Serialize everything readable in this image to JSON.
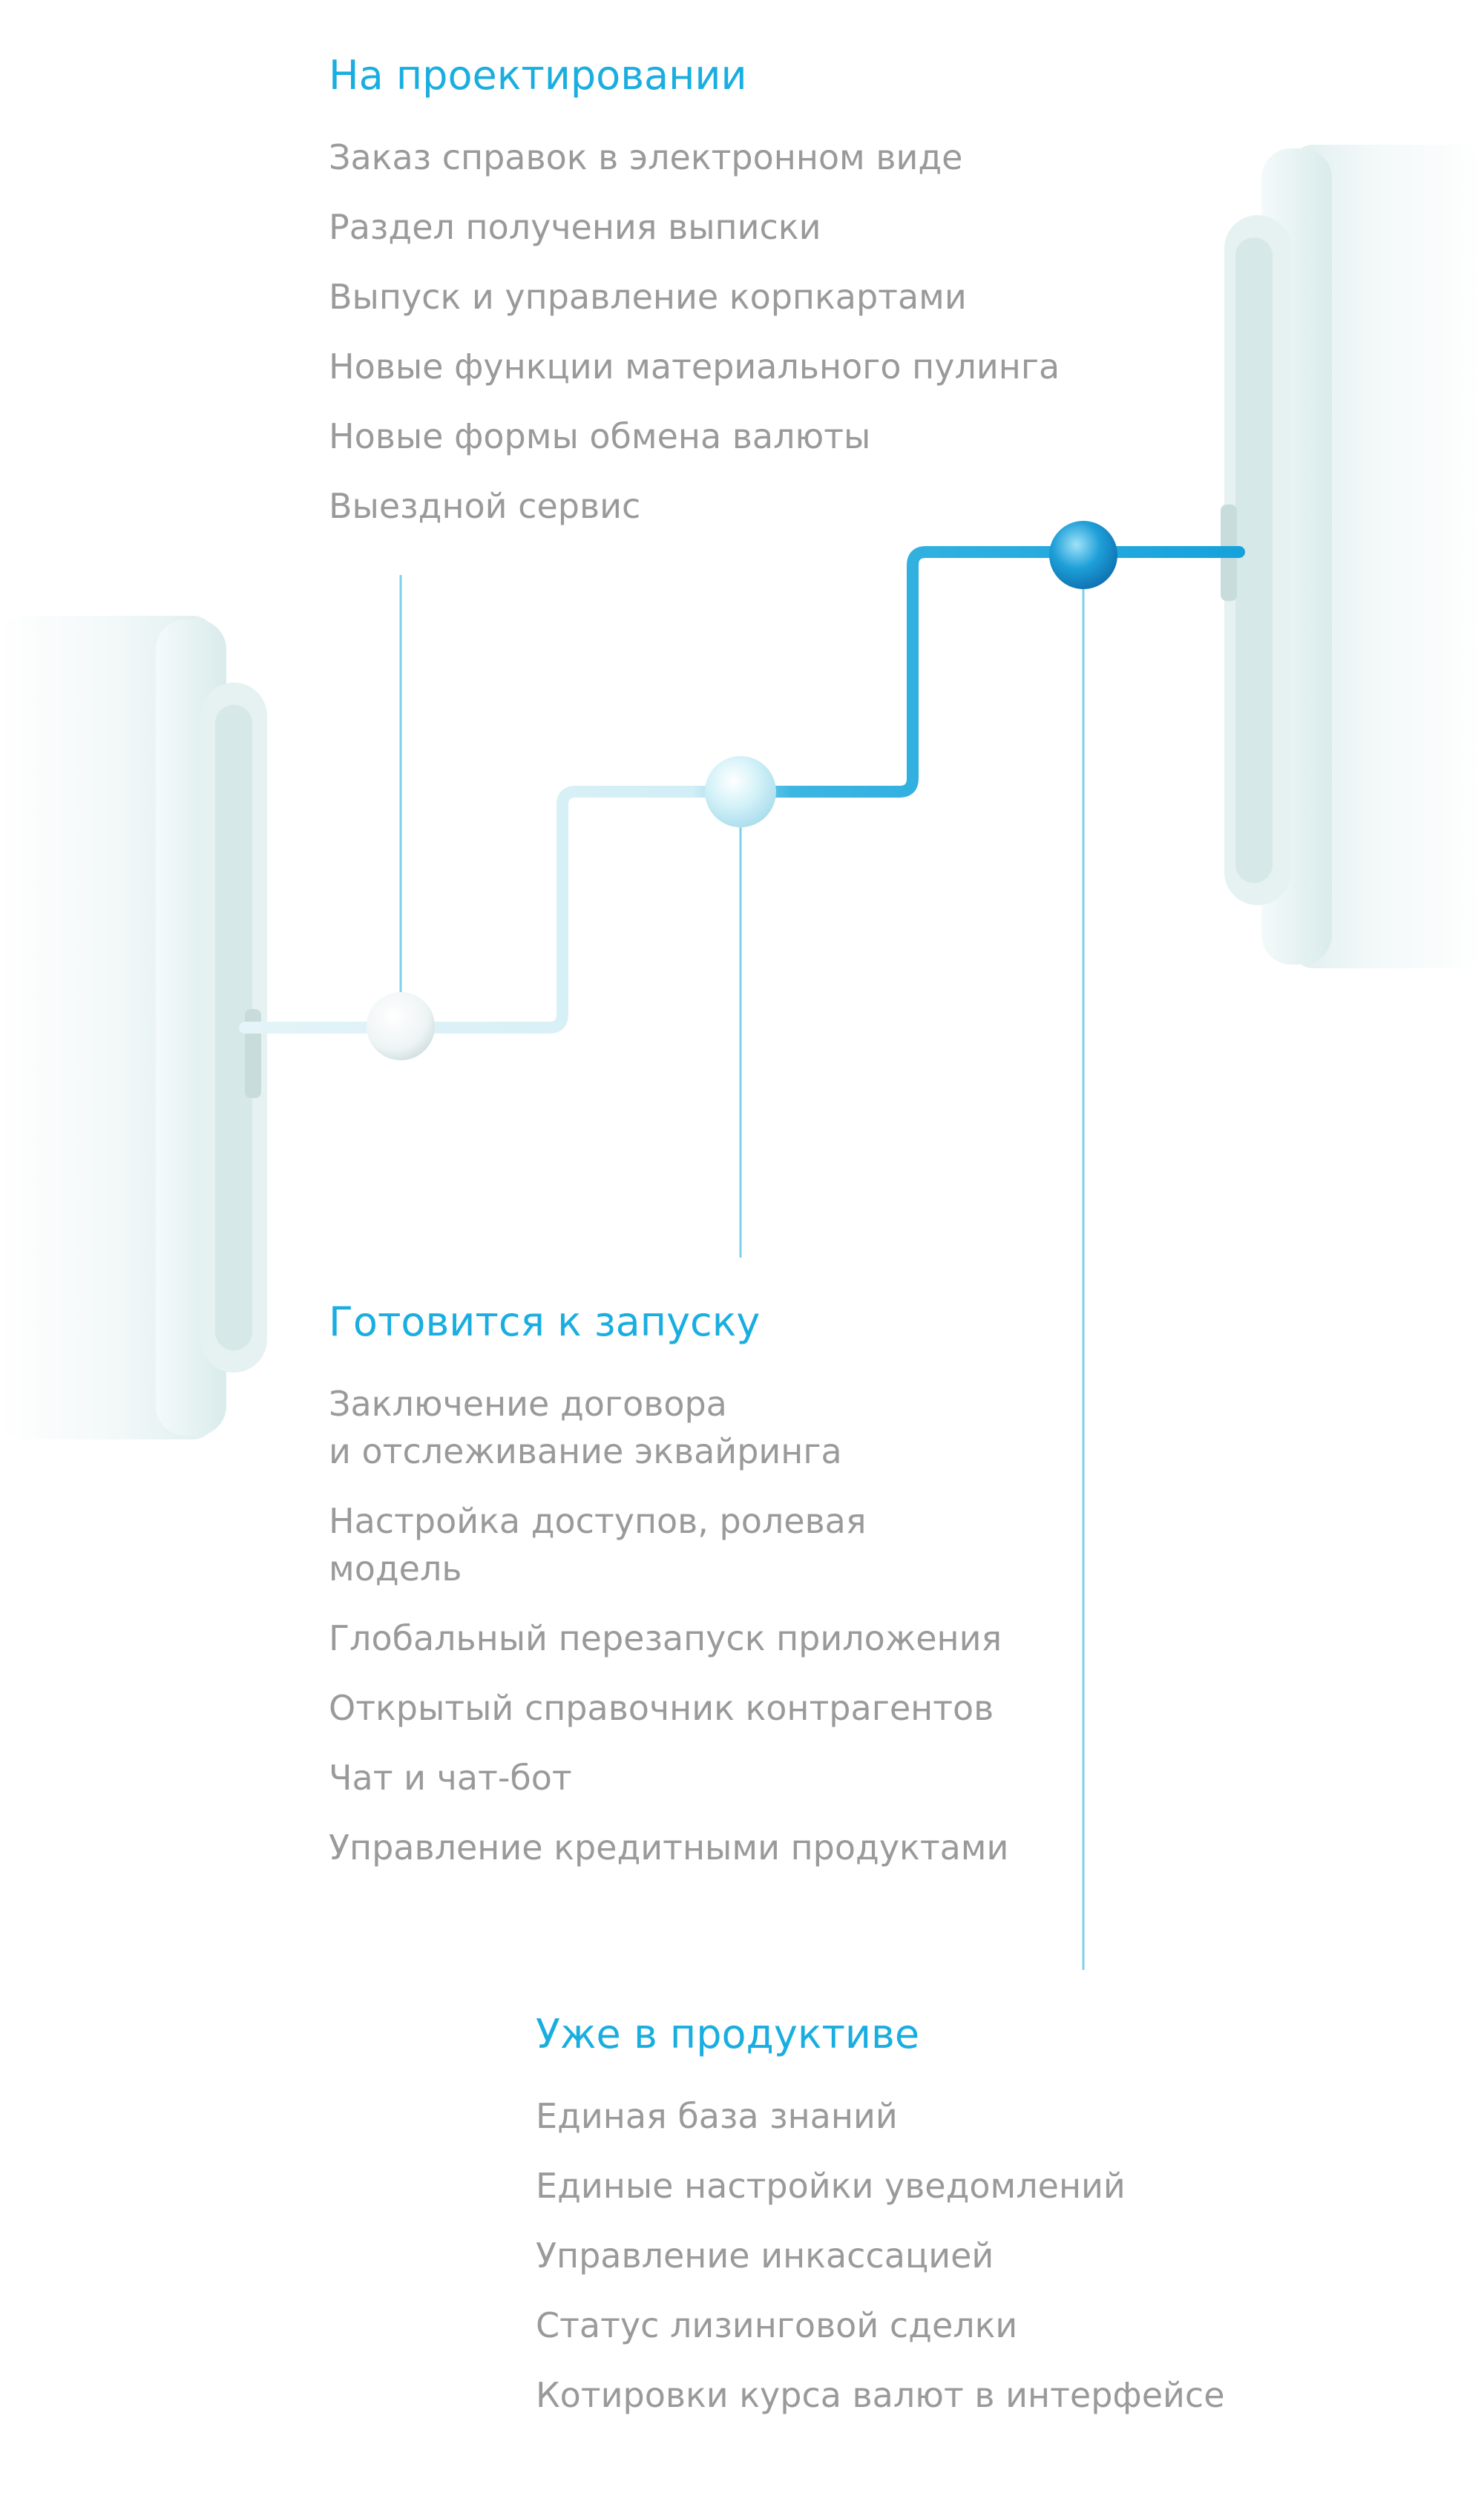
{
  "sections": {
    "design": {
      "title": "На проектировании",
      "items": [
        "Заказ справок в электронном виде",
        "Раздел получения выписки",
        "Выпуск и управление корпкартами",
        "Новые функции материального пулинга",
        "Новые формы обмена валюты",
        "Выездной сервис"
      ]
    },
    "launch": {
      "title": "Готовится к запуску",
      "items": [
        "Заключение договора\nи отслеживание эквайринга",
        "Настройка доступов, ролевая\nмодель",
        "Глобальный перезапуск приложения",
        "Открытый справочник контрагентов",
        "Чат и чат-бот",
        "Управление кредитными продуктами"
      ]
    },
    "production": {
      "title": "Уже в продуктиве",
      "items": [
        "Единая база знаний",
        "Единые настройки уведомлений",
        "Управление инкассацией",
        "Статус лизинговой сделки",
        "Котировки курса валют в интерфейсе"
      ]
    }
  },
  "colors": {
    "accent": "#1aaee0",
    "text": "#9a9a9a",
    "pipe_light": "#d6f0f6",
    "pipe_blue": "#1ba6dc",
    "cylinder": "#eaf4f4"
  }
}
